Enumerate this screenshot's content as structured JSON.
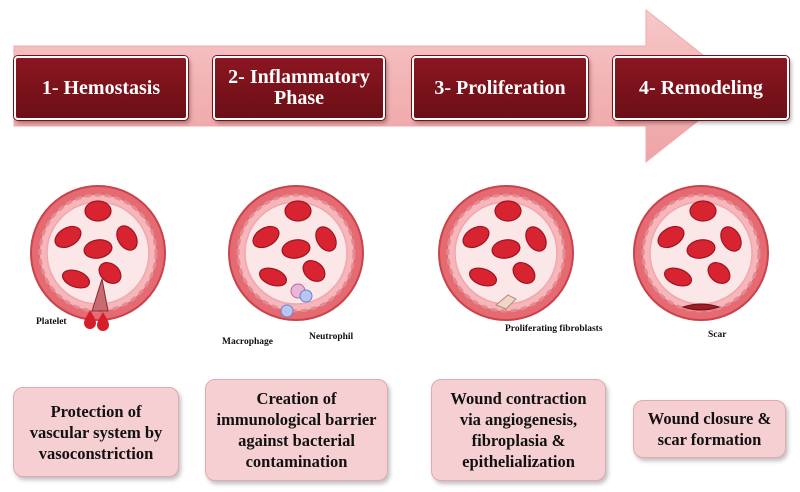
{
  "colors": {
    "arrow": "#f2b8b9",
    "phase_box": "#7a1018",
    "vessel_wall": "#e2626a",
    "blood_cell": "#d8222f",
    "description_box": "#f5cfd2"
  },
  "phases": [
    {
      "number": "1-",
      "label": "1- Hemostasis"
    },
    {
      "number": "2-",
      "label": "2- Inflammatory Phase"
    },
    {
      "number": "3-",
      "label": "3- Proliferation"
    },
    {
      "number": "4-",
      "label": "4- Remodeling"
    }
  ],
  "vessels": [
    {
      "labels": [
        "Platelet"
      ]
    },
    {
      "labels": [
        "Macrophage",
        "Neutrophil"
      ]
    },
    {
      "labels": [
        "Proliferating fibroblasts"
      ]
    },
    {
      "labels": [
        "Scar"
      ]
    }
  ],
  "descriptions": [
    "Protection of vascular system by vasoconstriction",
    "Creation of immunological barrier against bacterial contamination",
    "Wound contraction via angiogenesis, fibroplasia & epithelialization",
    "Wound closure & scar formation"
  ]
}
